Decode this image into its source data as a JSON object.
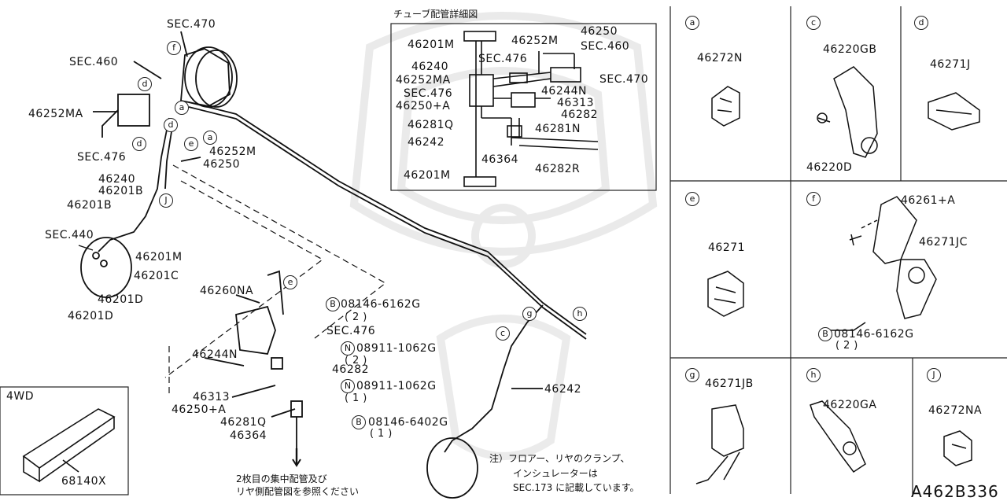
{
  "diagram": {
    "code": "A462B336",
    "inset_title": "チューブ配管詳細図",
    "inset_labels": [
      "46201M",
      "46252M",
      "46250",
      "SEC.476",
      "SEC.460",
      "46240",
      "46252MA",
      "SEC.470",
      "SEC.476",
      "46244N",
      "46250+A",
      "46313",
      "46281Q",
      "46282",
      "46281N",
      "46242",
      "46364",
      "46282R",
      "46201M"
    ],
    "main_labels": {
      "sec470": "SEC.470",
      "sec460": "SEC.460",
      "p46252MA": "46252MA",
      "sec476a": "SEC.476",
      "p46252M": "46252M",
      "p46250": "46250",
      "p46240": "46240",
      "p46201B_a": "46201B",
      "p46201B_b": "46201B",
      "sec440": "SEC.440",
      "p46201M": "46201M",
      "p46201C": "46201C",
      "p46201D_a": "46201D",
      "p46201D_b": "46201D",
      "p46260NA": "46260NA",
      "b08146_6162": "08146-6162G",
      "qty2_a": "( 2 )",
      "sec476b": "SEC.476",
      "n08911_a": "08911-1062G",
      "qty2_b": "( 2 )",
      "p46244N": "46244N",
      "p46282": "46282",
      "n08911_b": "08911-1062G",
      "qty1_a": "( 1 )",
      "p46313": "46313",
      "p46250A": "46250+A",
      "p46281Q": "46281Q",
      "b08146_6402": "08146-6402G",
      "qty1_b": "( 1 )",
      "p46364": "46364",
      "p46242": "46242",
      "wd4": "4WD",
      "p68140X": "68140X",
      "note_ref1": "2枚目の集中配管及び",
      "note_ref2": "リヤ側配管図を参照ください",
      "note1": "注）フロアー、リヤのクランプ、",
      "note2": "インシュレーターは",
      "note3": "SEC.173 に記載しています。"
    },
    "markers": {
      "a": "a",
      "c": "c",
      "d": "d",
      "e": "e",
      "f": "f",
      "g": "g",
      "h": "h",
      "j": "J",
      "b": "B",
      "n": "N"
    },
    "cells": [
      {
        "key": "a",
        "part": "46272N"
      },
      {
        "key": "c",
        "part": "46220GB",
        "part2": "46220D"
      },
      {
        "key": "d",
        "part": "46271J"
      },
      {
        "key": "e",
        "part": "46271"
      },
      {
        "key": "f",
        "part": "46261+A",
        "part2": "46271JC",
        "bolt": "08146-6162G",
        "qty": "( 2 )"
      },
      {
        "key": "g",
        "part": "46271JB"
      },
      {
        "key": "h",
        "part": "46220GA"
      },
      {
        "key": "J",
        "part": "46272NA"
      }
    ]
  }
}
